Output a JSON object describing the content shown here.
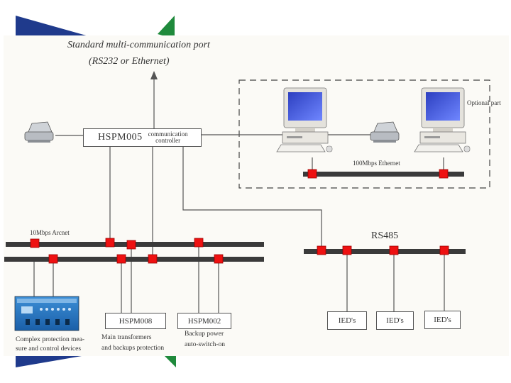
{
  "header": {
    "port_line1": "Standard multi-communication port",
    "port_line2": "(RS232 or Ethernet)"
  },
  "controller": {
    "name": "HSPM005",
    "desc_line1": "communication",
    "desc_line2": "controller"
  },
  "optional": {
    "label": "Optional part",
    "network_label": "100Mbps Ethernet"
  },
  "arcnet": {
    "label": "10Mbps Arcnet"
  },
  "rs485": {
    "label": "RS485",
    "ieds": [
      "IED's",
      "IED's",
      "IED's"
    ]
  },
  "devices": {
    "complex": {
      "line1": "Complex protection mea-",
      "line2": "sure and control devices"
    },
    "hspm008": {
      "name": "HSPM008",
      "line1": "Main transformers",
      "line2": "and backups protection"
    },
    "hspm002": {
      "name": "HSPM002",
      "line1": "Backup power",
      "line2": "auto-switch-on"
    }
  },
  "colors": {
    "page_bg": "#fbfaf6",
    "bus": "#3a3a3a",
    "node": "#ee1111",
    "logo_blue": "#1f3a8c",
    "logo_green": "#1f8a3c"
  }
}
